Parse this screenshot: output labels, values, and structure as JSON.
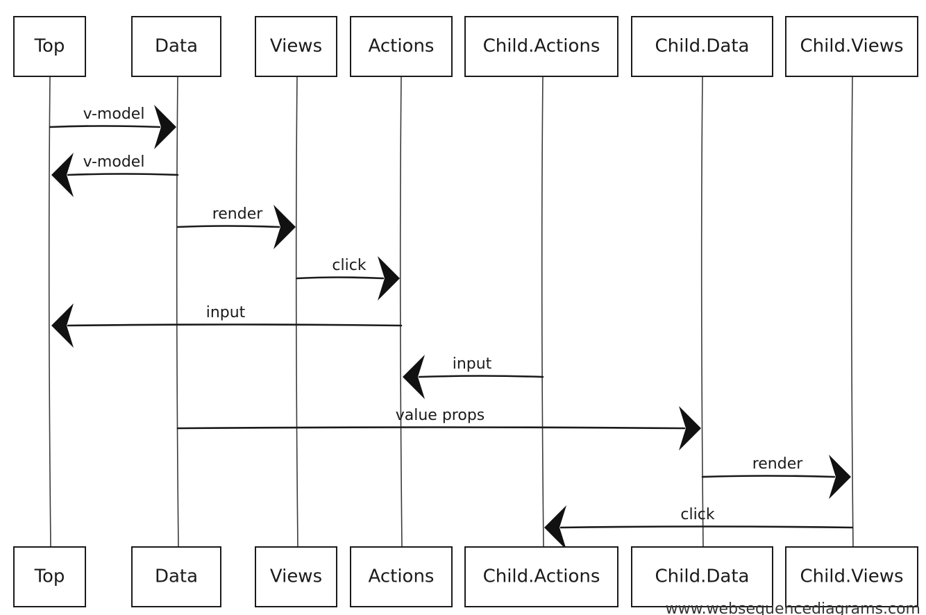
{
  "participants": [
    {
      "id": "top",
      "label": "Top"
    },
    {
      "id": "data",
      "label": "Data"
    },
    {
      "id": "views",
      "label": "Views"
    },
    {
      "id": "actions",
      "label": "Actions"
    },
    {
      "id": "child-actions",
      "label": "Child.Actions"
    },
    {
      "id": "child-data",
      "label": "Child.Data"
    },
    {
      "id": "child-views",
      "label": "Child.Views"
    }
  ],
  "messages": [
    {
      "from": "top",
      "to": "data",
      "label": "v-model"
    },
    {
      "from": "data",
      "to": "top",
      "label": "v-model"
    },
    {
      "from": "data",
      "to": "views",
      "label": "render"
    },
    {
      "from": "views",
      "to": "actions",
      "label": "click"
    },
    {
      "from": "actions",
      "to": "top",
      "label": "input"
    },
    {
      "from": "child-actions",
      "to": "actions",
      "label": "input"
    },
    {
      "from": "data",
      "to": "child-data",
      "label": "value props"
    },
    {
      "from": "child-data",
      "to": "child-views",
      "label": "render"
    },
    {
      "from": "child-views",
      "to": "child-actions",
      "label": "click"
    }
  ],
  "footer": "www.websequencediagrams.com"
}
